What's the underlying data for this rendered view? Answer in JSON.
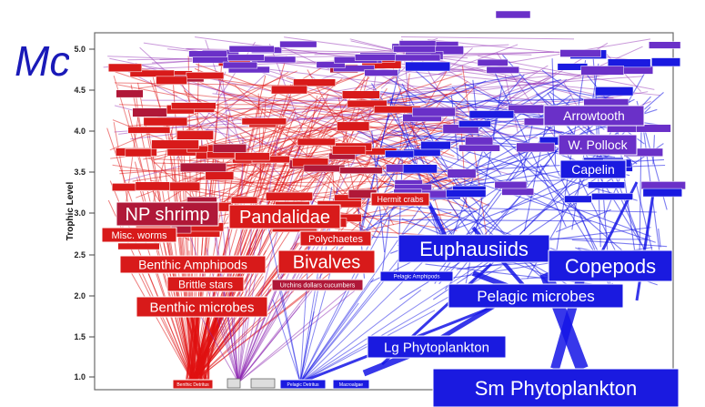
{
  "slide": {
    "title_fragment": "Mc"
  },
  "axis": {
    "ylabel": "Trophic Level",
    "ticks": [
      "1.0",
      "1.5",
      "2.0",
      "2.5",
      "3.0",
      "3.5",
      "4.0",
      "4.5",
      "5.0"
    ]
  },
  "colors": {
    "benthic": "#e01010",
    "pelagic": "#1414e6",
    "mixed": "#8a1fb0",
    "node_red": "#d81a1a",
    "node_darkred": "#b01838",
    "node_blue": "#1a1ae0",
    "node_purple": "#6a30c8"
  },
  "nodes": [
    {
      "id": "np_shrimp",
      "label": "NP shrimp",
      "color": "darkred",
      "size": "xl"
    },
    {
      "id": "pandalidae",
      "label": "Pandalidae",
      "color": "red",
      "size": "xl"
    },
    {
      "id": "misc_worms",
      "label": "Misc. worms",
      "color": "red",
      "size": "s"
    },
    {
      "id": "polychaetes",
      "label": "Polychaetes",
      "color": "red",
      "size": "s"
    },
    {
      "id": "benthic_amphipods",
      "label": "Benthic Amphipods",
      "color": "red",
      "size": "m"
    },
    {
      "id": "bivalves",
      "label": "Bivalves",
      "color": "red",
      "size": "l"
    },
    {
      "id": "brittle_stars",
      "label": "Brittle stars",
      "color": "red",
      "size": "m"
    },
    {
      "id": "benthic_microbes",
      "label": "Benthic microbes",
      "color": "red",
      "size": "m"
    },
    {
      "id": "urchins",
      "label": "Urchins dollars cucumbers",
      "color": "darkred",
      "size": "xs"
    },
    {
      "id": "hermit_crabs",
      "label": "Hermit crabs",
      "color": "red",
      "size": "s"
    },
    {
      "id": "euphausiids",
      "label": "Euphausiids",
      "color": "blue",
      "size": "xl"
    },
    {
      "id": "copepods",
      "label": "Copepods",
      "color": "blue",
      "size": "xl"
    },
    {
      "id": "pelagic_microbes",
      "label": "Pelagic microbes",
      "color": "blue",
      "size": "l"
    },
    {
      "id": "lg_phytoplankton",
      "label": "Lg Phytoplankton",
      "color": "blue",
      "size": "m"
    },
    {
      "id": "sm_phytoplankton",
      "label": "Sm Phytoplankton",
      "color": "blue",
      "size": "xl"
    },
    {
      "id": "arrowtooth",
      "label": "Arrowtooth",
      "color": "purple",
      "size": "l"
    },
    {
      "id": "w_pollock",
      "label": "W. Pollock",
      "color": "purple",
      "size": "l"
    },
    {
      "id": "capelin",
      "label": "Capelin",
      "color": "blue",
      "size": "l"
    },
    {
      "id": "pelagic_amphipods",
      "label": "Pelagic Amphipods",
      "color": "blue",
      "size": "xs"
    },
    {
      "id": "benthic_detritus",
      "label": "Benthic Detritus",
      "color": "red",
      "size": "xs"
    },
    {
      "id": "pelagic_detritus",
      "label": "Pelagic Detritus",
      "color": "blue",
      "size": "xs"
    },
    {
      "id": "macroalgae",
      "label": "Macroalgae",
      "color": "blue",
      "size": "xs"
    }
  ]
}
